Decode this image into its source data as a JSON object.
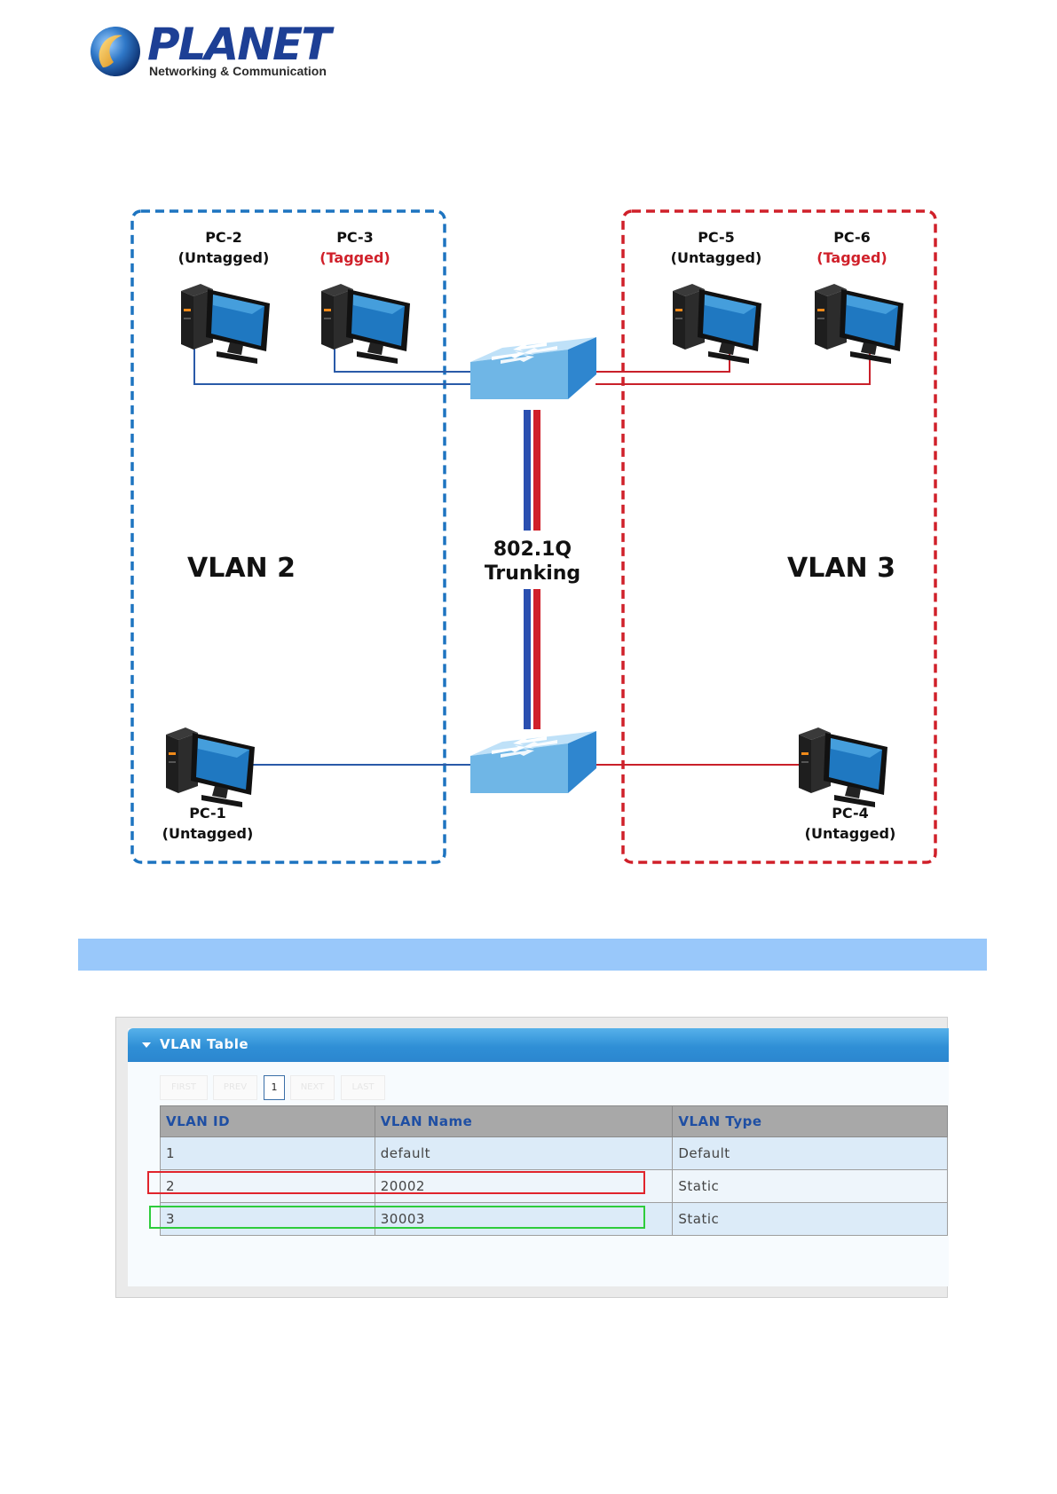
{
  "logo": {
    "wordmark": "PLANET",
    "tagline": "Networking & Communication"
  },
  "diagram": {
    "left_group": {
      "label": "VLAN 2",
      "border_color": "#1d74c0",
      "pcs": [
        {
          "name": "PC-2",
          "mode": "(Untagged)"
        },
        {
          "name": "PC-3",
          "mode": "(Tagged)"
        },
        {
          "name": "PC-1",
          "mode": "(Untagged)"
        }
      ]
    },
    "right_group": {
      "label": "VLAN 3",
      "border_color": "#d0202a",
      "pcs": [
        {
          "name": "PC-5",
          "mode": "(Untagged)"
        },
        {
          "name": "PC-6",
          "mode": "(Tagged)"
        },
        {
          "name": "PC-4",
          "mode": "(Untagged)"
        }
      ]
    },
    "trunk_label_line1": "802.1Q",
    "trunk_label_line2": "Trunking",
    "tagged_color": "#d0202a"
  },
  "vlan_table": {
    "title": "VLAN Table",
    "pager": {
      "first": "FIRST",
      "prev": "PREV",
      "current": "1",
      "next": "NEXT",
      "last": "LAST"
    },
    "columns": [
      "VLAN ID",
      "VLAN Name",
      "VLAN Type"
    ],
    "rows": [
      [
        "1",
        "default",
        "Default"
      ],
      [
        "2",
        "20002",
        "Static"
      ],
      [
        "3",
        "30003",
        "Static"
      ]
    ]
  }
}
